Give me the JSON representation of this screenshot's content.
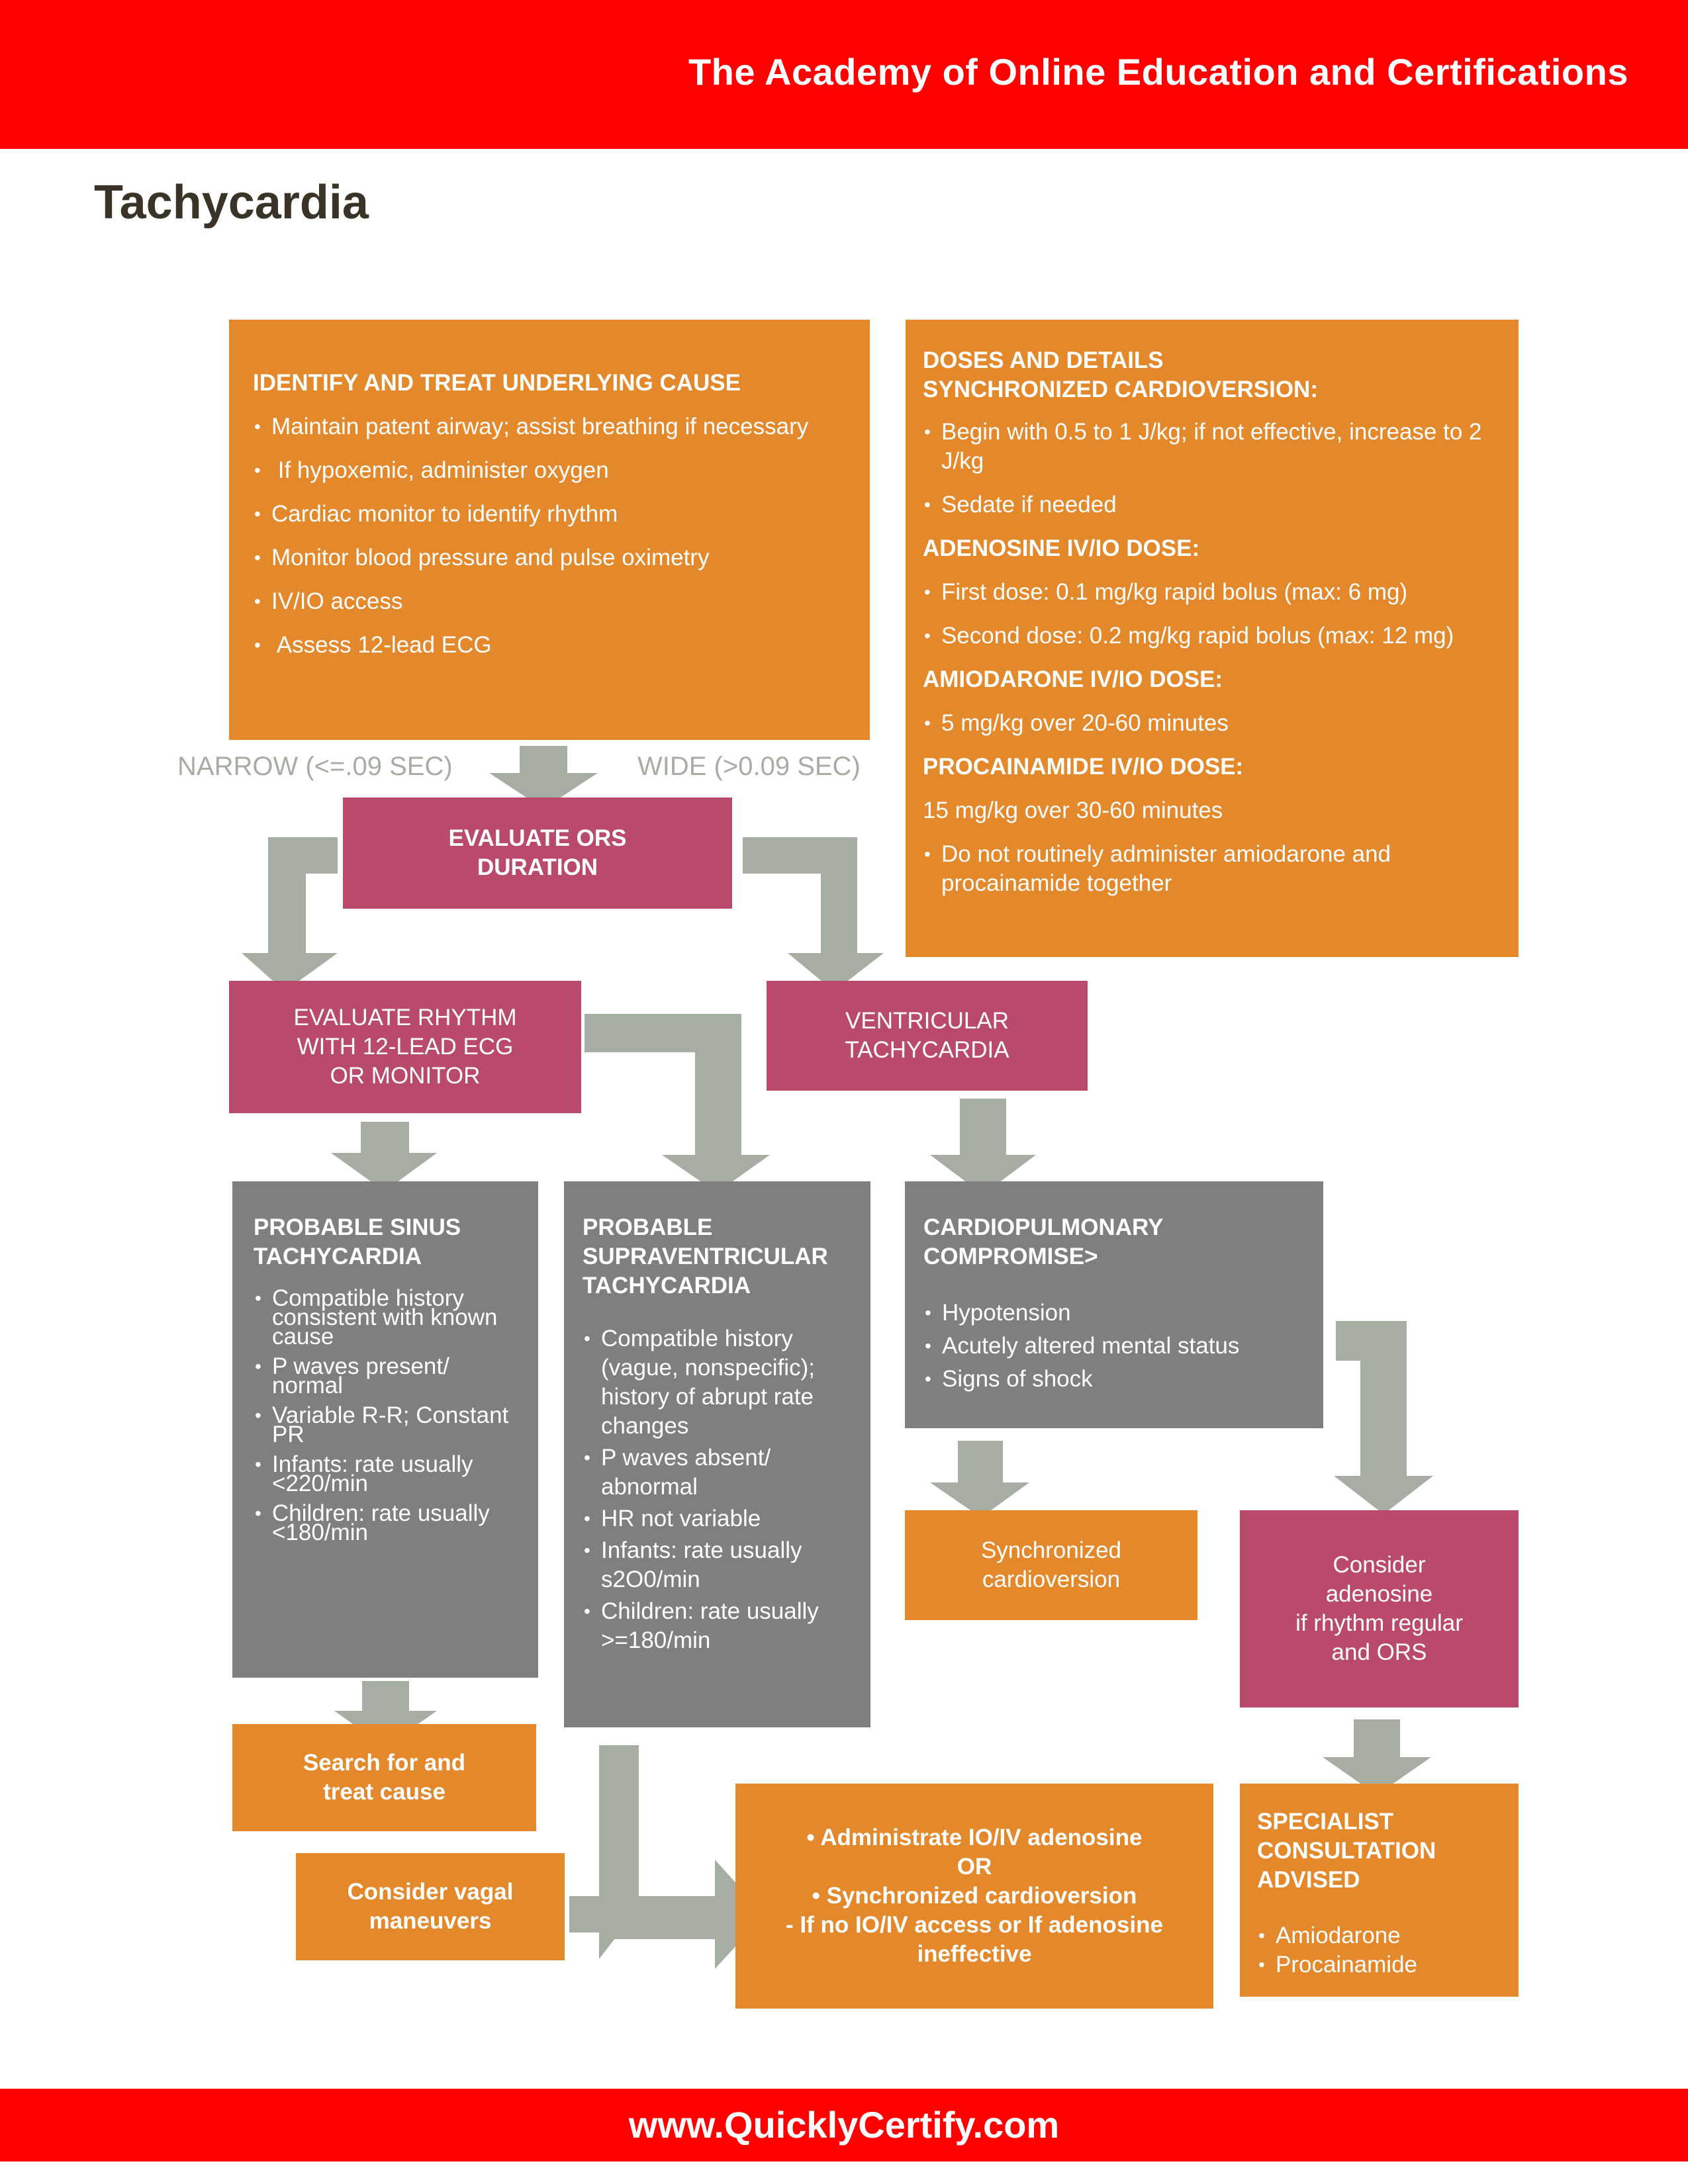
{
  "header": {
    "title": "The Academy of Online Education and Certifications"
  },
  "page": {
    "title": "Tachycardia"
  },
  "footer": {
    "url": "www.QuicklyCertify.com"
  },
  "identify_box": {
    "heading": "IDENTIFY AND TREAT UNDERLYING CAUSE",
    "items": [
      "Maintain patent airway; assist breathing if necessary",
      " If hypoxemic, administer oxygen",
      "Cardiac monitor to identify rhythm",
      "Monitor blood pressure and pulse oximetry",
      "IV/IO access",
      " Assess 12-lead ECG"
    ]
  },
  "doses_box": {
    "heading1": "DOSES AND DETAILS",
    "heading2": "SYNCHRONIZED CARDIOVERSION:",
    "cardioversion_items": [
      "Begin with 0.5 to 1 J/kg; if not effective, increase to 2 J/kg",
      "Sedate if needed"
    ],
    "adenosine_heading": "ADENOSINE IV/IO DOSE:",
    "adenosine_items": [
      "First dose: 0.1 mg/kg rapid bolus (max: 6 mg)",
      "Second dose: 0.2 mg/kg rapid bolus (max: 12 mg)"
    ],
    "amiodarone_heading": "AMIODARONE IV/IO DOSE:",
    "amiodarone_items": [
      "5 mg/kg over 20-60 minutes"
    ],
    "procainamide_heading": "PROCAINAMIDE IV/IO DOSE:",
    "procainamide_text": "15 mg/kg over 30-60 minutes",
    "procainamide_items": [
      "Do not routinely administer amiodarone and procainamide together"
    ]
  },
  "labels": {
    "narrow": "NARROW (<=.09 SEC)",
    "wide": "WIDE (>0.09 SEC)"
  },
  "evaluate_qrs": {
    "line1": "EVALUATE ORS",
    "line2": "DURATION"
  },
  "evaluate_rhythm": {
    "line1": "EVALUATE RHYTHM",
    "line2": "WITH 12-LEAD ECG",
    "line3": "OR MONITOR"
  },
  "ventricular": {
    "line1": "VENTRICULAR",
    "line2": "TACHYCARDIA"
  },
  "sinus": {
    "heading1": "PROBABLE SINUS",
    "heading2": "TACHYCARDIA",
    "items": [
      "Compatible history consistent with known cause",
      "P waves present/ normal",
      "Variable R-R; Constant PR",
      "Infants: rate usually <220/min",
      "Children: rate usually <180/min"
    ]
  },
  "svt": {
    "heading1": "PROBABLE",
    "heading2": "SUPRAVENTRICULAR",
    "heading3": "TACHYCARDIA",
    "items": [
      "Compatible history (vague, nonspecific); history of abrupt rate changes",
      "P waves absent/ abnormal",
      "HR not variable",
      "Infants: rate usually s2O0/min",
      "Children: rate usually >=180/min"
    ]
  },
  "cardiopulmonary": {
    "heading1": "CARDIOPULMONARY",
    "heading2": "COMPROMISE>",
    "items": [
      "Hypotension",
      "Acutely altered mental status",
      "Signs of shock"
    ]
  },
  "sync_cardioversion": {
    "line1": "Synchronized",
    "line2": "cardioversion"
  },
  "consider_adenosine": {
    "line1": "Consider",
    "line2": "adenosine",
    "line3": "if rhythm regular",
    "line4": "and ORS"
  },
  "search_cause": {
    "line1": "Search for and",
    "line2": "treat cause"
  },
  "vagal": {
    "line1": "Consider vagal",
    "line2": "maneuvers"
  },
  "administer": {
    "line1": "• Administrate IO/IV adenosine",
    "line2": "OR",
    "line3": "• Synchronized cardioversion",
    "line4": "- If no IO/IV access or If adenosine",
    "line5": "ineffective"
  },
  "specialist": {
    "heading1": "SPECIALIST",
    "heading2": "CONSULTATION",
    "heading3": "ADVISED",
    "items": [
      "Amiodarone",
      "Procainamide"
    ]
  },
  "colors": {
    "header_red": "#ff0000",
    "orange": "#e3892b",
    "pink": "#b94a6c",
    "gray": "#7f7f7f",
    "arrow": "#a6aea4"
  }
}
